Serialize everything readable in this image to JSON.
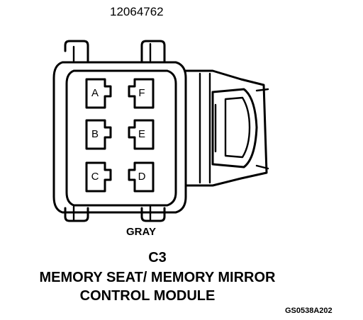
{
  "part_number": "12064762",
  "connector": {
    "color": "GRAY",
    "pins": [
      {
        "letter": "A"
      },
      {
        "letter": "B"
      },
      {
        "letter": "C"
      },
      {
        "letter": "F"
      },
      {
        "letter": "E"
      },
      {
        "letter": "D"
      }
    ]
  },
  "caption": {
    "connector_id": "C3",
    "line1": "MEMORY SEAT/ MEMORY MIRROR",
    "line2": "CONTROL MODULE"
  },
  "reference_code": "GS0538A202"
}
